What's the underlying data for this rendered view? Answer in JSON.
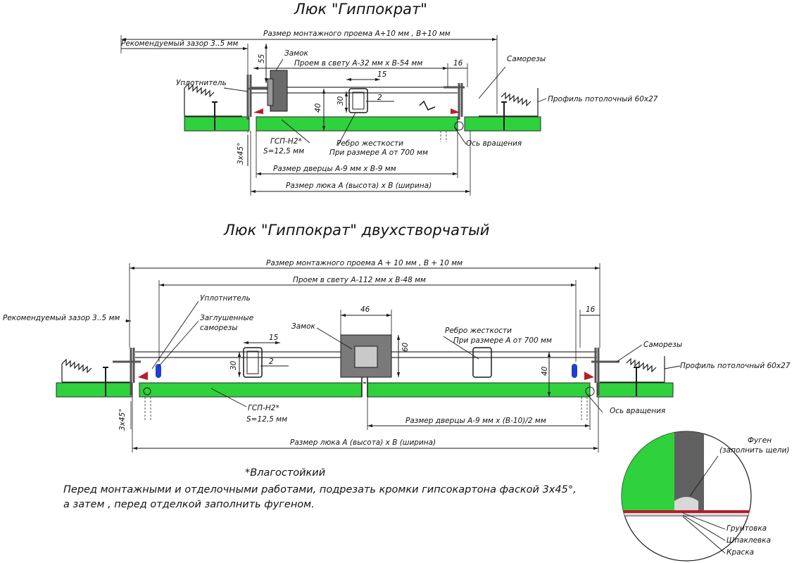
{
  "colors": {
    "board_fill": "#2fd13c",
    "board_stroke": "#2a2a2a",
    "frame": "#555555",
    "seal": "#b81d2a",
    "screw_plug": "#1f3fd1",
    "line": "#1a1a1a",
    "putty_fill": "#606060"
  },
  "top": {
    "title": "Люк \"Гиппократ\"",
    "labels": {
      "mount_opening": "Размер монтажного проема А+10 мм , В+10 мм",
      "gap": "Рекомендуемый зазор 3..5 мм",
      "lock": "Замок",
      "d55": "55",
      "clear_opening": "Проем в свету А-32 мм х В-54 мм",
      "d16": "16",
      "screws": "Саморезы",
      "seal": "Уплотнитель",
      "d15": "15",
      "profile": "Профиль потолочный 60х27",
      "d30": "30",
      "d2": "2",
      "d40": "40",
      "gsp": "ГСП-Н2*",
      "s": "S=12,5 мм",
      "rib": "Ребро жесткости",
      "rib_cond": "При размере А от 700 мм",
      "axis": "Ось вращения",
      "chamfer": "3х45°",
      "door_size": "Размер дверцы А-9 мм х В-9 мм",
      "hatch_size": "Размер люка А (высота) х В (ширина)"
    }
  },
  "bottom": {
    "title": "Люк \"Гиппократ\" двухстворчатый",
    "labels": {
      "mount_opening": "Размер монтажного проема А + 10 мм , В + 10 мм",
      "clear_opening": "Проем в свету А-112 мм х В-48 мм",
      "seal": "Уплотнитель",
      "gap": "Рекомендуемый зазор 3..5 мм",
      "plugged_screws_1": "Заглушенные",
      "plugged_screws_2": "саморезы",
      "lock": "Замок",
      "d46": "46",
      "d16": "16",
      "rib": "Ребро жесткости",
      "rib_cond": "При размере А от 700 мм",
      "screws": "Саморезы",
      "d15": "15",
      "d60": "60",
      "profile": "Профиль потолочный 60х27",
      "d30": "30",
      "d2": "2",
      "d40": "40",
      "chamfer": "3х45°",
      "axis": "Ось вращения",
      "gsp": "ГСП-Н2*",
      "s": "S=12,5 мм",
      "door_size": "Размер дверцы А-9 мм х (В-10)/2 мм",
      "hatch_size": "Размер люка А (высота) х В (ширина)"
    }
  },
  "notes": {
    "moisture": "*Влагостойкий",
    "line1": "Перед монтажными и отделочными работами, подрезать кромки гипсокартона фаской 3х45°,",
    "line2": "а затем , перед отделкой заполнить фугеном."
  },
  "detail": {
    "fugen": "Фуген",
    "fill_gaps": "(заполнить щели)",
    "primer": "Грунтовка",
    "putty": "Шпаклевка",
    "paint": "Краска"
  }
}
